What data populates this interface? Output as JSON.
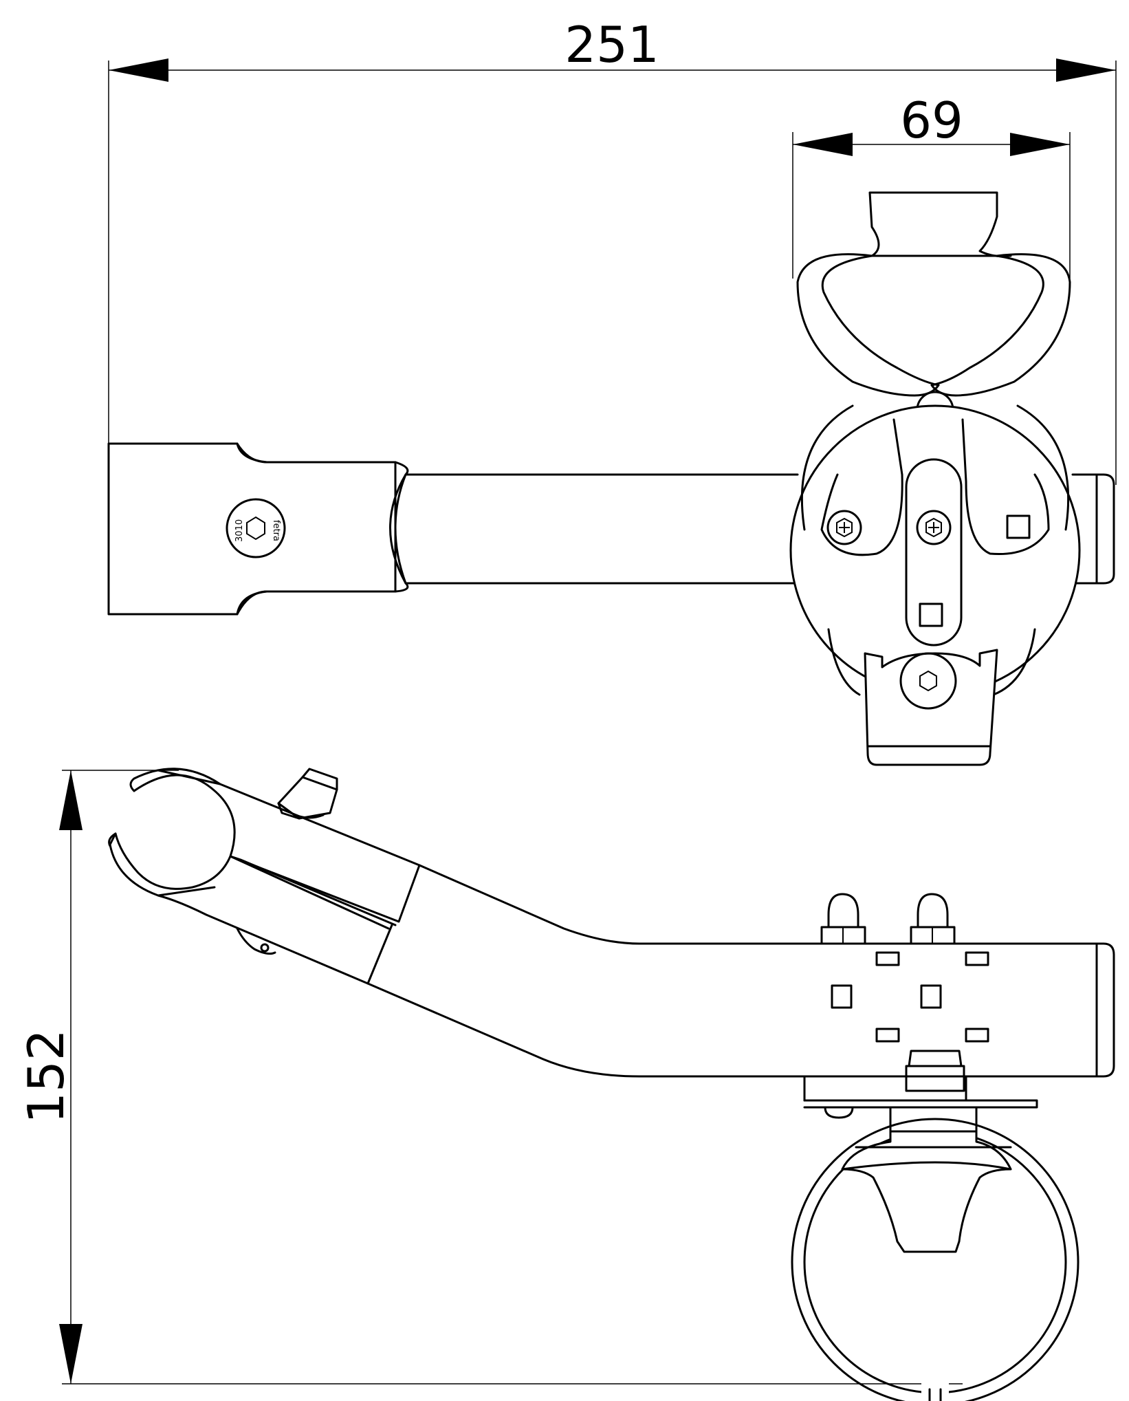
{
  "dimensions": {
    "overall_width": "251",
    "clamp_width": "69",
    "overall_height": "152"
  },
  "logo": {
    "brand": "fetra",
    "code": "3010"
  },
  "icons": [
    "hex-socket-icon",
    "phillips-screw-icon",
    "acorn-nut-icon"
  ]
}
